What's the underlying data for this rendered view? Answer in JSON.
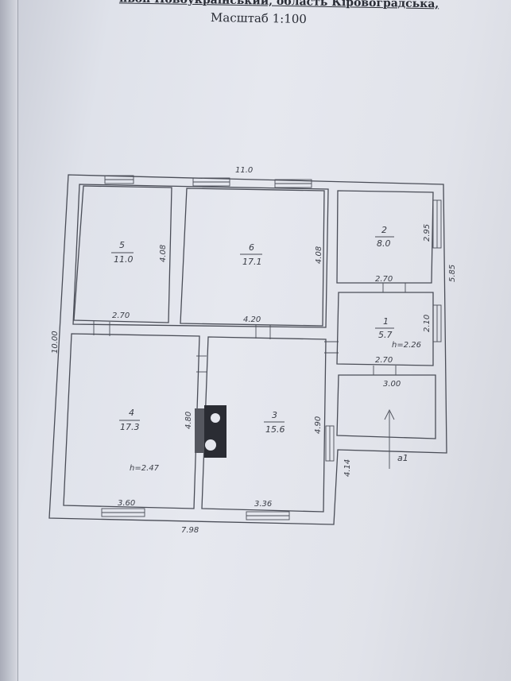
{
  "header": {
    "address_fragment": "ньон Новоукраїнський, область Кіровоградська,",
    "scale": "Масштаб 1:100"
  },
  "plan": {
    "overall_dims": {
      "top_width": "11.0",
      "left_height": "10.00",
      "bottom_width": "7.98",
      "right_height": "5.85",
      "right_lower": "4.14"
    },
    "rooms": [
      {
        "id": "5",
        "area": "11.0",
        "width": "2.70",
        "height": "4.08"
      },
      {
        "id": "6",
        "area": "17.1",
        "width": "4.20",
        "height": "4.08"
      },
      {
        "id": "2",
        "area": "8.0",
        "width": "2.70",
        "height": "2.95"
      },
      {
        "id": "1",
        "area": "5.7",
        "width": "2.70",
        "height": "2.10",
        "ceiling": "h=2.26"
      },
      {
        "id": "4",
        "area": "17.3",
        "width": "3.60",
        "height": "4.80",
        "ceiling": "h=2.47"
      },
      {
        "id": "3",
        "area": "15.6",
        "width": "3.36",
        "height": "4.90"
      }
    ],
    "porch": {
      "width": "3.00",
      "label": "а1"
    }
  }
}
